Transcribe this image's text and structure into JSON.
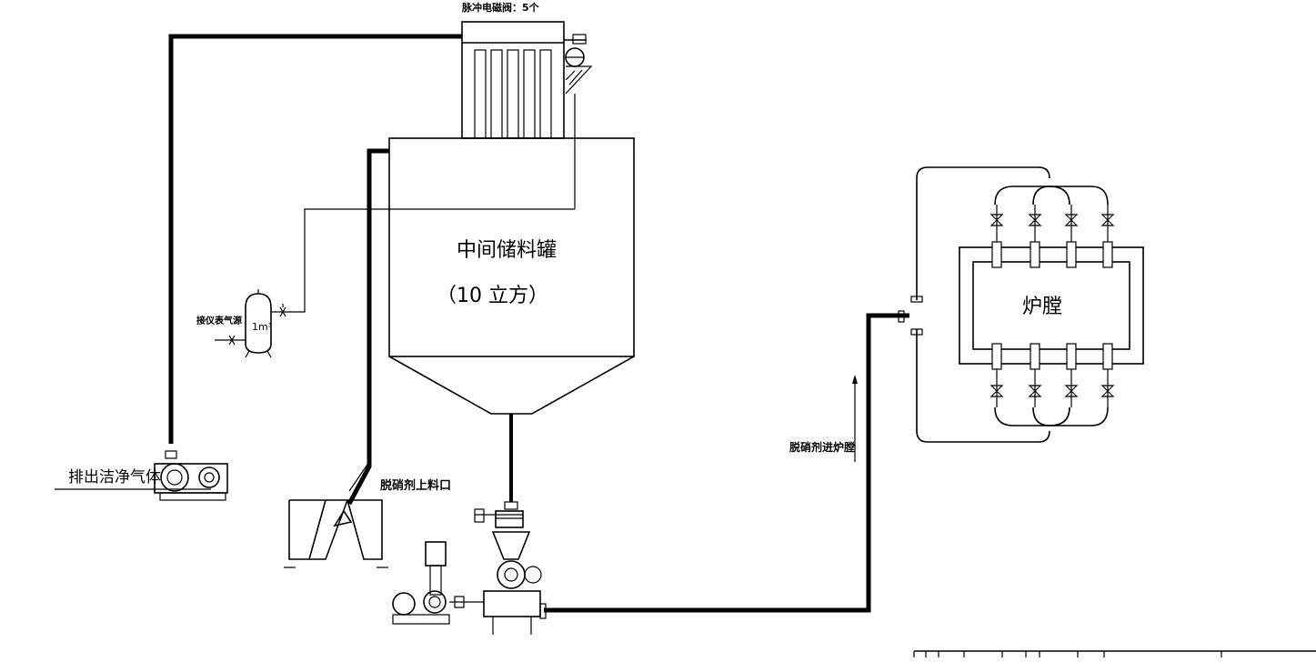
{
  "labels": {
    "pulse_valves": "脉冲电磁阀：5个",
    "tank_name": "中间储料罐",
    "tank_volume": "（10 立方）",
    "air_source": "接仪表气源",
    "receiver_volume": "1m³",
    "exhaust": "排出洁净气体",
    "loading_port": "脱硝剂上料口",
    "to_furnace": "脱硝剂进炉膛",
    "furnace": "炉膛"
  },
  "icons": {
    "blower": "roots-blower-icon",
    "valve": "gate-valve-icon",
    "arrow": "flow-arrow-icon"
  },
  "colors": {
    "line": "#000000",
    "background": "#ffffff"
  }
}
